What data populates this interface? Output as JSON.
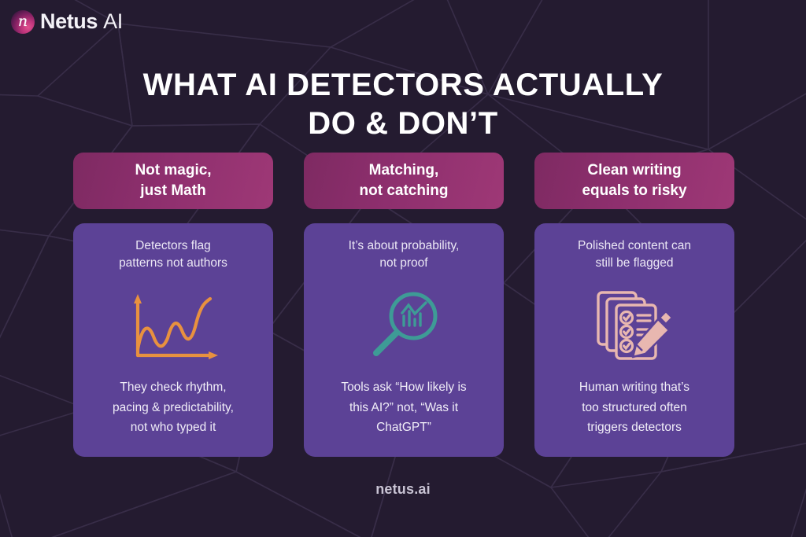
{
  "brand": {
    "mark_icon": "netus-circle-logo-icon",
    "name_primary": "Netus",
    "name_secondary": "AI",
    "glyph": "n"
  },
  "title": {
    "line1": "WHAT AI DETECTORS ACTUALLY",
    "line2": "DO & DON’T"
  },
  "footer": {
    "text": "netus.ai"
  },
  "colors": {
    "background": "#241B30",
    "network_line": "#3A2F4A",
    "header_gradient_from": "#7E2A62",
    "header_gradient_to": "#9E3876",
    "card_body": "#5C4296",
    "icon_orange": "#E8913F",
    "icon_teal": "#3E9B96",
    "icon_pink": "#E8B7B0",
    "title_text": "#FFFFFF",
    "footer_text": "#C9C4D4"
  },
  "columns": [
    {
      "header": {
        "line1": "Not magic,",
        "line2": "just Math"
      },
      "top_text": {
        "line1": "Detectors flag",
        "line2": "patterns not authors"
      },
      "icon": "line-chart-icon",
      "bottom_text": {
        "line1": "They check rhythm,",
        "line2": "pacing & predictability,",
        "line3": "not who typed it"
      }
    },
    {
      "header": {
        "line1": "Matching,",
        "line2": "not catching"
      },
      "top_text": {
        "line1": "It’s about probability,",
        "line2": "not proof"
      },
      "icon": "magnifier-chart-icon",
      "bottom_text": {
        "line1": "Tools ask “How likely is",
        "line2": "this AI?” not, “Was it",
        "line3": "ChatGPT”"
      }
    },
    {
      "header": {
        "line1": "Clean writing",
        "line2": "equals to risky"
      },
      "top_text": {
        "line1": "Polished content can",
        "line2": "still be flagged"
      },
      "icon": "checklist-documents-pencil-icon",
      "bottom_text": {
        "line1": "Human writing that’s",
        "line2": "too structured often",
        "line3": "triggers detectors"
      }
    }
  ]
}
